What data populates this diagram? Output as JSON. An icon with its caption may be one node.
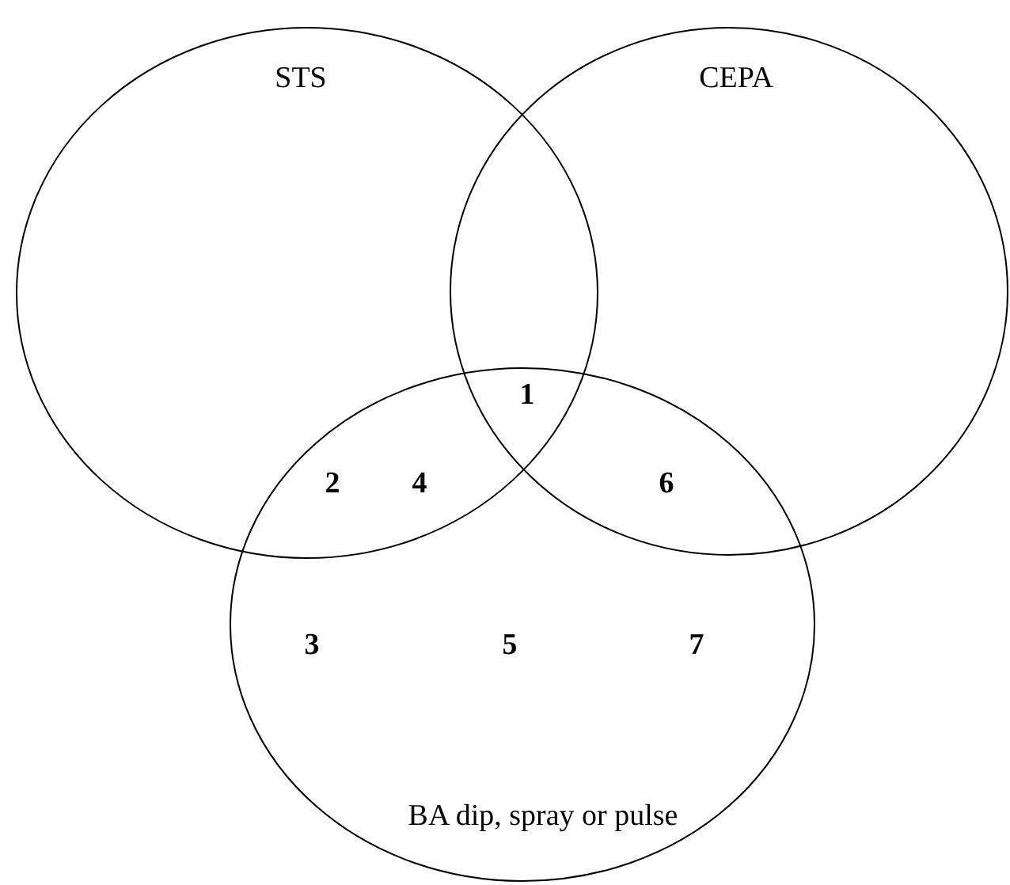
{
  "diagram": {
    "nodes": [
      {
        "text": [
          "STS"
        ]
      },
      {
        "text": [
          "CEPA"
        ]
      },
      {
        "text": [
          "BA dip, spray or pulse"
        ]
      }
    ],
    "labels": [
      "1",
      "2",
      "4",
      "6",
      "3",
      "5",
      "7"
    ]
  }
}
